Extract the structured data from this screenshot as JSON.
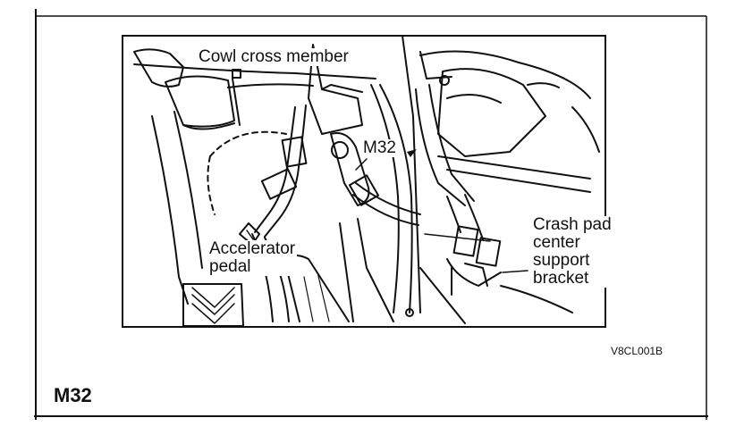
{
  "figure": {
    "id_label": "M32",
    "image_code": "V8CL001B"
  },
  "labels": {
    "cowl": "Cowl cross member",
    "connector": "M32",
    "pedal_line1": "Accelerator",
    "pedal_line2": "pedal",
    "crash_line1": "Crash pad",
    "crash_line2": "center",
    "crash_line3": "support",
    "crash_line4": "bracket"
  },
  "colors": {
    "ink": "#111111",
    "paper": "#ffffff"
  }
}
